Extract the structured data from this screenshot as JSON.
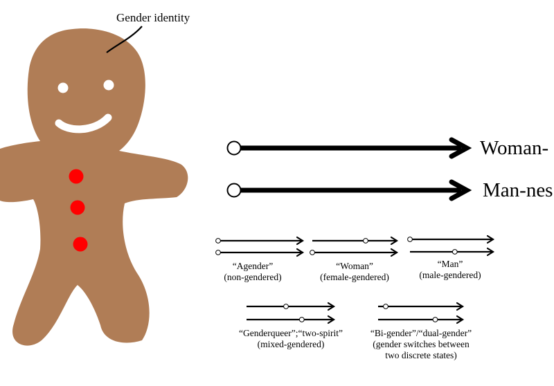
{
  "figure": {
    "annotation": "Gender identity",
    "body_color": "#b07d56",
    "button_color": "#ff0000"
  },
  "scales": {
    "woman_label": "Woman-",
    "man_label": "Man-nes"
  },
  "examples": [
    {
      "name": "“Agender”",
      "desc": [
        "(non-gendered)"
      ],
      "woman_level": 0.0,
      "man_level": 0.0
    },
    {
      "name": "“Woman”",
      "desc": [
        "(female-gendered)"
      ],
      "woman_level": 0.7,
      "man_level": 0.0
    },
    {
      "name": "“Man”",
      "desc": [
        "(male-gendered)"
      ],
      "woman_level": 0.0,
      "man_level": 0.6
    },
    {
      "name": "“Genderqueer”;“two-spirit”",
      "desc": [
        "(mixed-gendered)"
      ],
      "woman_level": 0.5,
      "man_level": 0.7
    },
    {
      "name": "“Bi-gender”/“dual-gender”",
      "desc": [
        "(gender switches between",
        "two discrete states)"
      ],
      "woman_level": 0.1,
      "man_level": 0.75
    }
  ]
}
